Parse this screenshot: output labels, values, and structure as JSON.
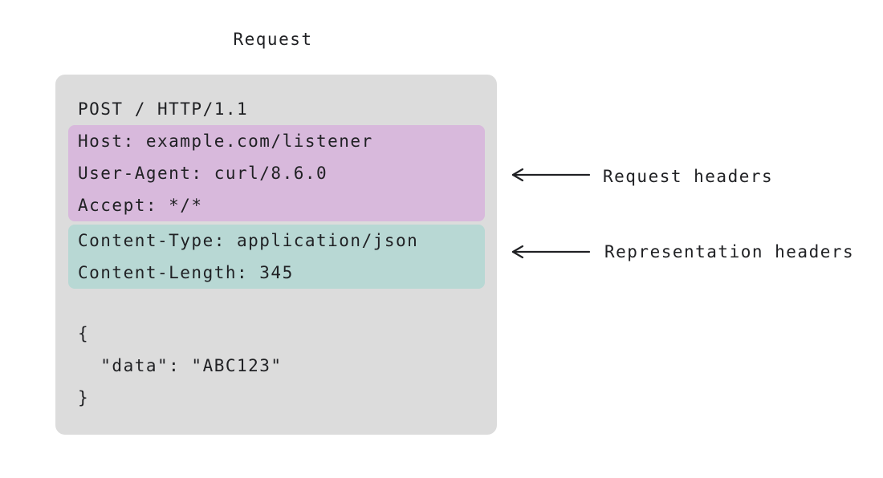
{
  "title": "Request",
  "request_box": {
    "request_line": "POST / HTTP/1.1",
    "request_headers": {
      "lines": [
        "Host: example.com/listener",
        "User-Agent: curl/8.6.0",
        "Accept: */*"
      ]
    },
    "representation_headers": {
      "lines": [
        "Content-Type: application/json",
        "Content-Length: 345"
      ]
    },
    "body_lines": [
      "{",
      "  \"data\": \"ABC123\"",
      "}"
    ]
  },
  "annotations": [
    {
      "label": "Request headers"
    },
    {
      "label": "Representation headers"
    }
  ],
  "colors": {
    "box_bg": "#dcdcdc",
    "request_headers_bg": "#d8b9dc",
    "representation_headers_bg": "#b8d8d4",
    "text": "#202124",
    "page_bg": "#ffffff"
  }
}
